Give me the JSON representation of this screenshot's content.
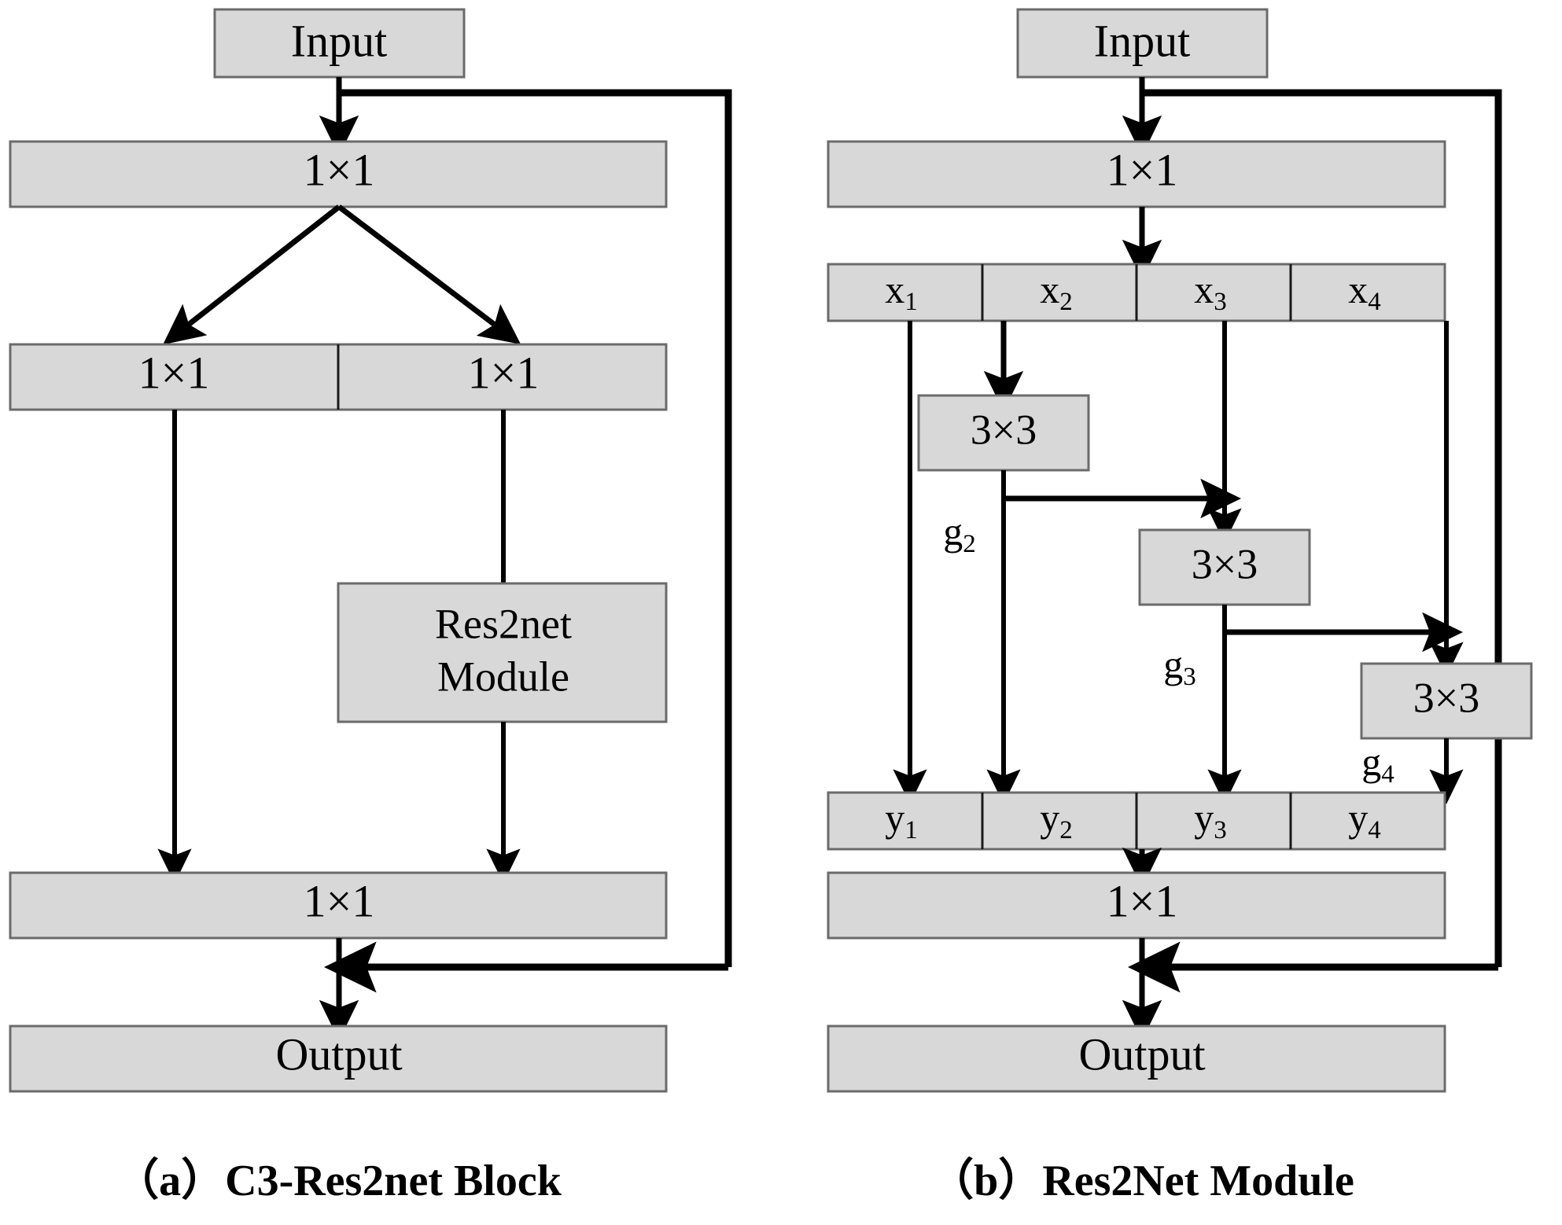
{
  "figure": {
    "title_a": "（a）C3-Res2net Block",
    "title_b": "（b）Res2Net Module",
    "colors": {
      "box_fill": "#d8d8d8",
      "box_stroke": "#6b6b6b",
      "arrow": "#000000",
      "background": "#ffffff"
    }
  },
  "panel_a": {
    "caption": "（a）C3-Res2net Block",
    "nodes": {
      "input": "Input",
      "conv_top": "1×1",
      "conv_left": "1×1",
      "conv_right": "1×1",
      "res2net_line1": "Res2net",
      "res2net_line2": "Module",
      "conv_merge": "1×1",
      "output": "Output"
    }
  },
  "panel_b": {
    "caption": "（b）Res2Net Module",
    "nodes": {
      "input": "Input",
      "conv_top": "1×1",
      "conv_bottom": "1×1",
      "output": "Output",
      "conv3_1": "3×3",
      "conv3_2": "3×3",
      "conv3_3": "3×3"
    },
    "split_row": [
      {
        "base": "x",
        "sub": "1",
        "text": "x1"
      },
      {
        "base": "x",
        "sub": "2",
        "text": "x2"
      },
      {
        "base": "x",
        "sub": "3",
        "text": "x3"
      },
      {
        "base": "x",
        "sub": "4",
        "text": "x4"
      }
    ],
    "merge_row": [
      {
        "base": "y",
        "sub": "1",
        "text": "y1"
      },
      {
        "base": "y",
        "sub": "2",
        "text": "y2"
      },
      {
        "base": "y",
        "sub": "3",
        "text": "y3"
      },
      {
        "base": "y",
        "sub": "4",
        "text": "y4"
      }
    ],
    "gate_labels": [
      {
        "base": "g",
        "sub": "2",
        "text": "g2"
      },
      {
        "base": "g",
        "sub": "3",
        "text": "g3"
      },
      {
        "base": "g",
        "sub": "4",
        "text": "g4"
      }
    ]
  }
}
